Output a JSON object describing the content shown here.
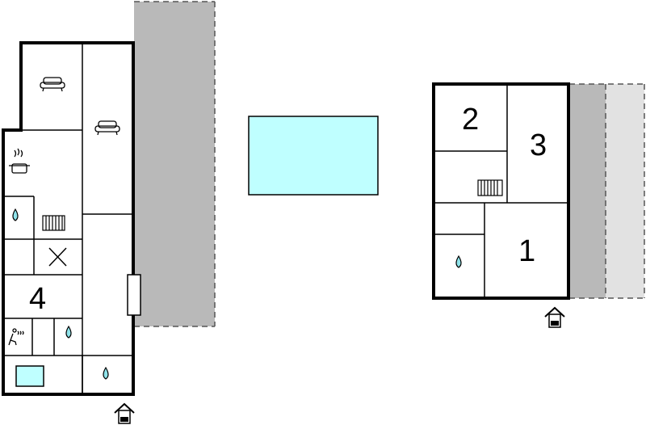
{
  "rooms": {
    "room_1": "1",
    "room_2": "2",
    "room_3": "3",
    "room_4": "4"
  },
  "colors": {
    "terrace_dark": "#b9b9b9",
    "terrace_light": "#e2e2e2",
    "pool": "#bfffff",
    "pool_stroke": "#000000",
    "water_drop": "#8fe3ea",
    "wall": "#000000"
  },
  "icons": [
    "sofa-icon",
    "cooking-pot-icon",
    "water-drop-icon",
    "radiator-icon",
    "stairs-icon",
    "entrance-icon",
    "bathtub-icon"
  ]
}
